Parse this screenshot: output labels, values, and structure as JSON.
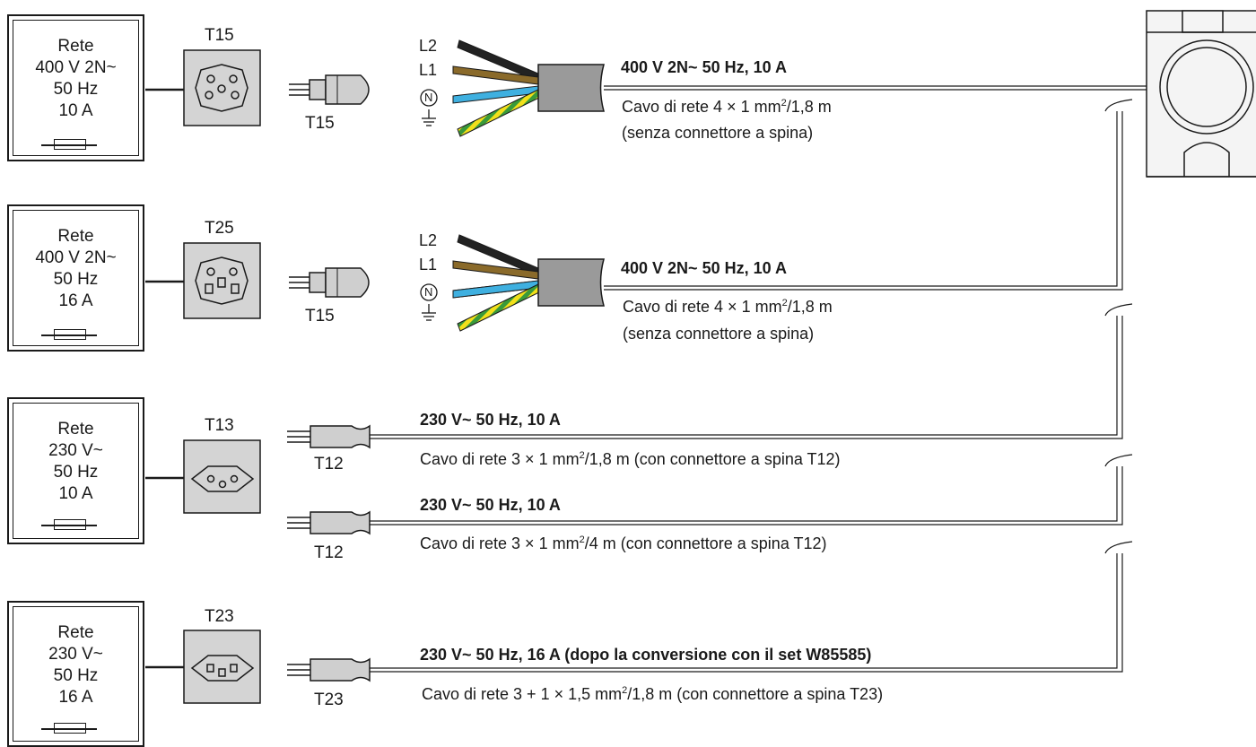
{
  "net_boxes": [
    {
      "line1": "Rete",
      "line2": "400 V 2N~",
      "line3": "50 Hz",
      "line4": "10 A"
    },
    {
      "line1": "Rete",
      "line2": "400 V 2N~",
      "line3": "50 Hz",
      "line4": "16 A"
    },
    {
      "line1": "Rete",
      "line2": "230 V~",
      "line3": "50 Hz",
      "line4": "10 A"
    },
    {
      "line1": "Rete",
      "line2": "230 V~",
      "line3": "50 Hz",
      "line4": "16 A"
    }
  ],
  "sockets": [
    "T15",
    "T25",
    "T13",
    "T23"
  ],
  "plugs": [
    "T15",
    "T15",
    "T12",
    "T12",
    "T23"
  ],
  "wire_labels": {
    "l2": "L2",
    "l1": "L1",
    "n": "N",
    "pe": "⏚"
  },
  "cables": [
    {
      "rating": "400 V 2N~ 50 Hz, 10 A",
      "desc_a": "Cavo di rete 4 × 1 mm",
      "sup": "2",
      "desc_b": "/1,8 m",
      "desc_line2": "(senza connettore a spina)"
    },
    {
      "rating": "400 V 2N~ 50 Hz, 10 A",
      "desc_a": "Cavo di rete 4 × 1 mm",
      "sup": "2",
      "desc_b": "/1,8 m",
      "desc_line2": "(senza connettore a spina)"
    },
    {
      "rating": "230 V~ 50 Hz, 10 A",
      "desc_a": "Cavo di rete 3 × 1 mm",
      "sup": "2",
      "desc_b": "/1,8 m (con connettore a spina T12)"
    },
    {
      "rating": "230 V~ 50 Hz, 10 A",
      "desc_a": "Cavo di rete 3 × 1 mm",
      "sup": "2",
      "desc_b": "/4 m (con connettore a spina T12)"
    },
    {
      "rating": "230 V~ 50 Hz, 16 A (dopo la conversione con il set W85585)",
      "desc_a": "Cavo di rete 3 + 1 × 1,5 mm",
      "sup": "2",
      "desc_b": "/1,8 m (con connettore a spina T23)"
    }
  ],
  "colors": {
    "line": "#1a1a1a",
    "socket_fill": "#d4d4d4",
    "plug_fill": "#cfcfcf",
    "cable_gray": "#9a9a9a",
    "wire_black": "#222222",
    "wire_brown": "#8a6a2a",
    "wire_blue": "#3fb0e0",
    "wire_green": "#3a9a3a",
    "wire_yellow": "#f2e01a",
    "appliance": "#f4f4f4"
  }
}
